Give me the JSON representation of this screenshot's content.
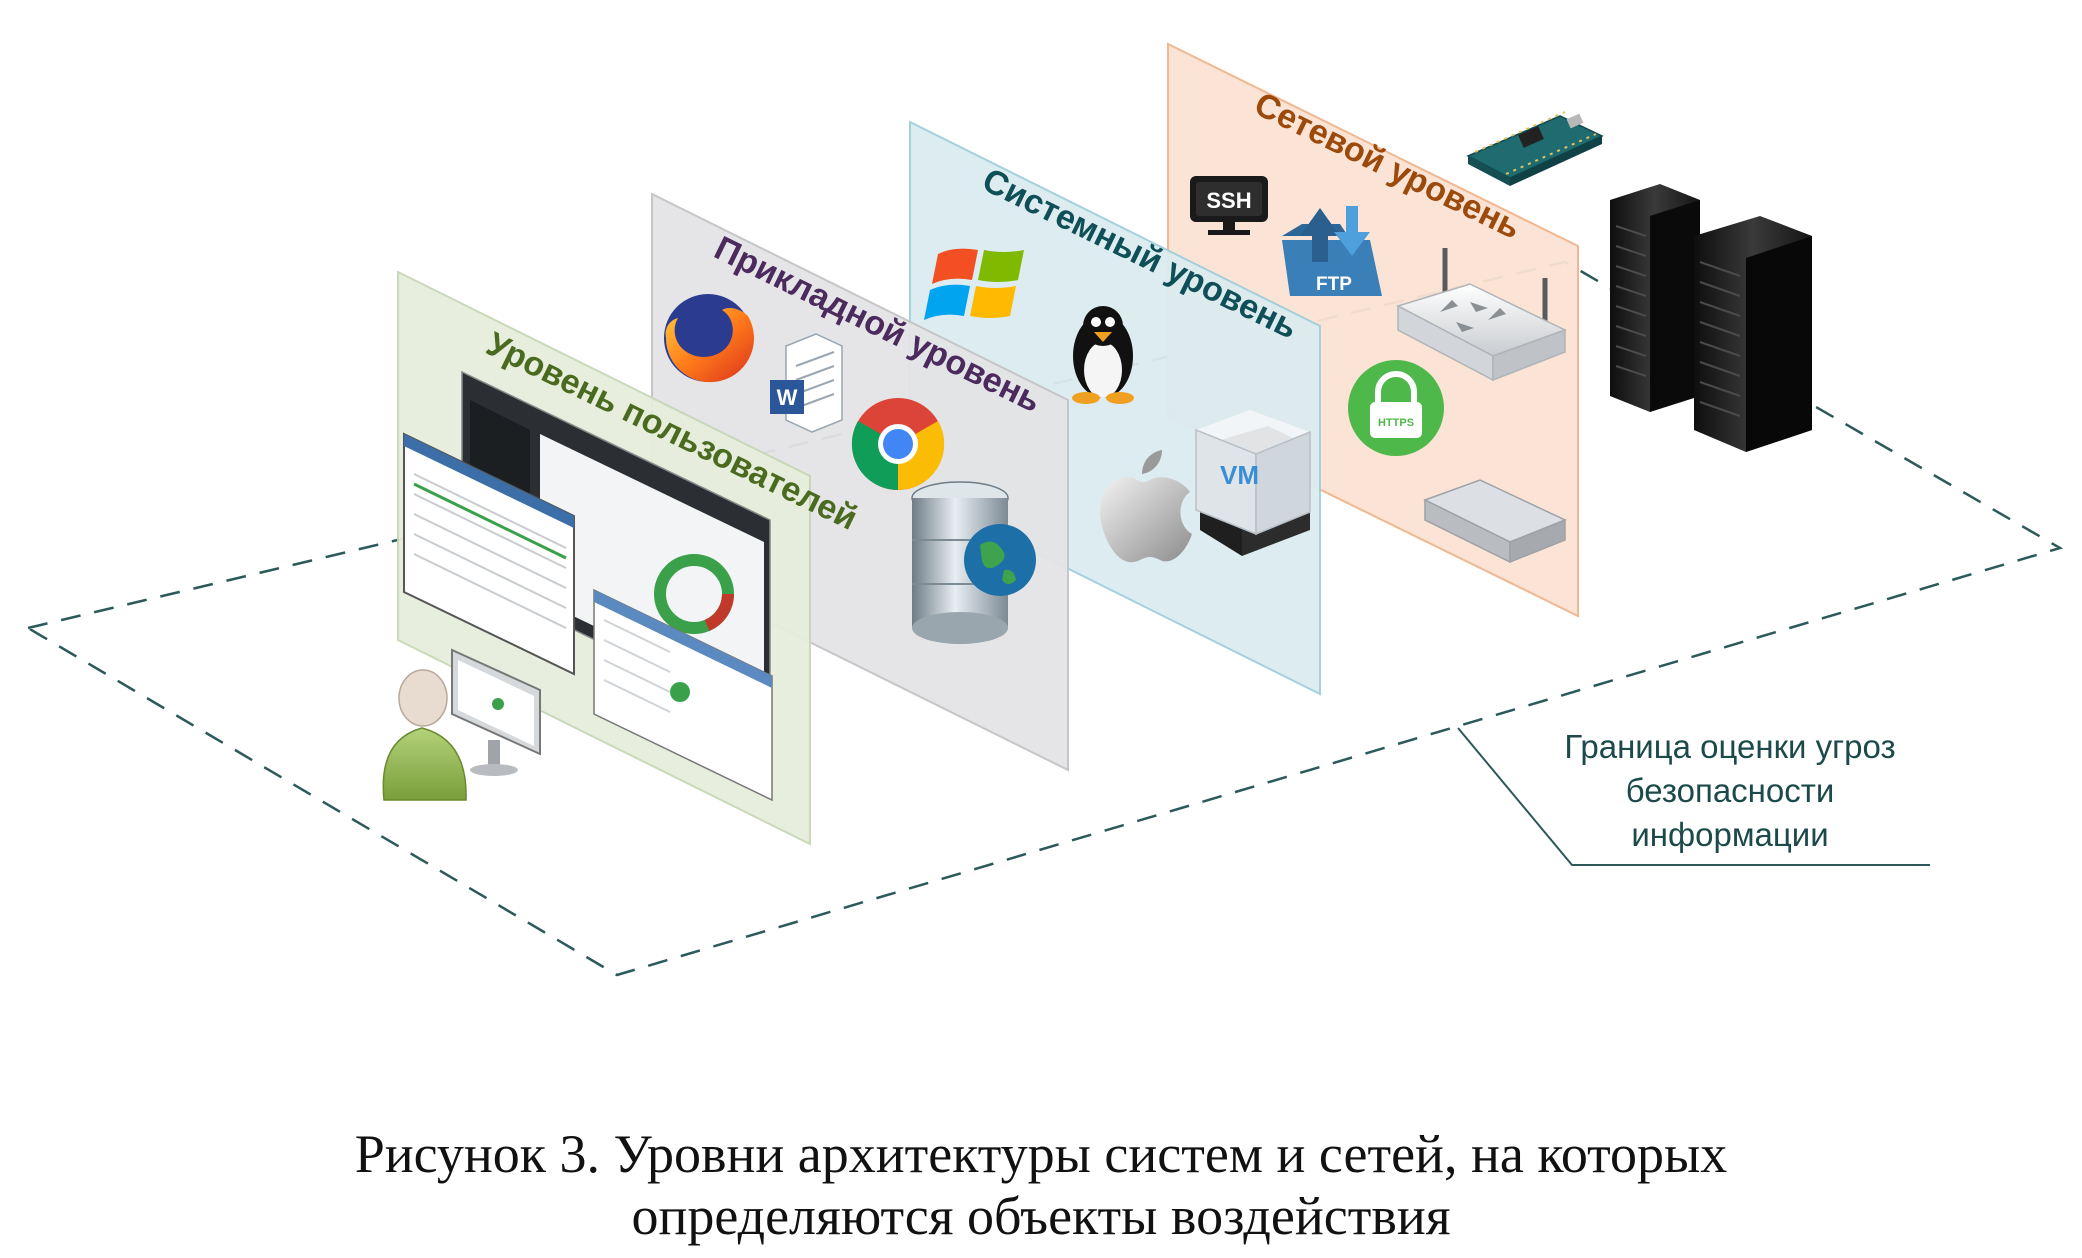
{
  "layers": {
    "user": {
      "title": "Уровень пользователей",
      "color": "#4a6b1f",
      "fill": "#e7eedc"
    },
    "application": {
      "title": "Прикладной уровень",
      "color": "#4b2a5e",
      "fill": "#e4e4e6"
    },
    "system": {
      "title": "Системный уровень",
      "color": "#0f4f57",
      "fill": "#dcecf0"
    },
    "network": {
      "title": "Сетевой уровень",
      "color": "#9c4a0c",
      "fill": "#fbe3d3"
    }
  },
  "icons": {
    "ssh": "SSH",
    "ftp": "FTP",
    "https": "HTTPS",
    "vm": "VM",
    "word": "W"
  },
  "boundary": {
    "line1": "Граница оценки угроз",
    "line2": "безопасности",
    "line3": "информации"
  },
  "caption": {
    "line1": "Рисунок 3. Уровни архитектуры систем и сетей, на которых",
    "line2": "определяются объекты воздействия"
  }
}
